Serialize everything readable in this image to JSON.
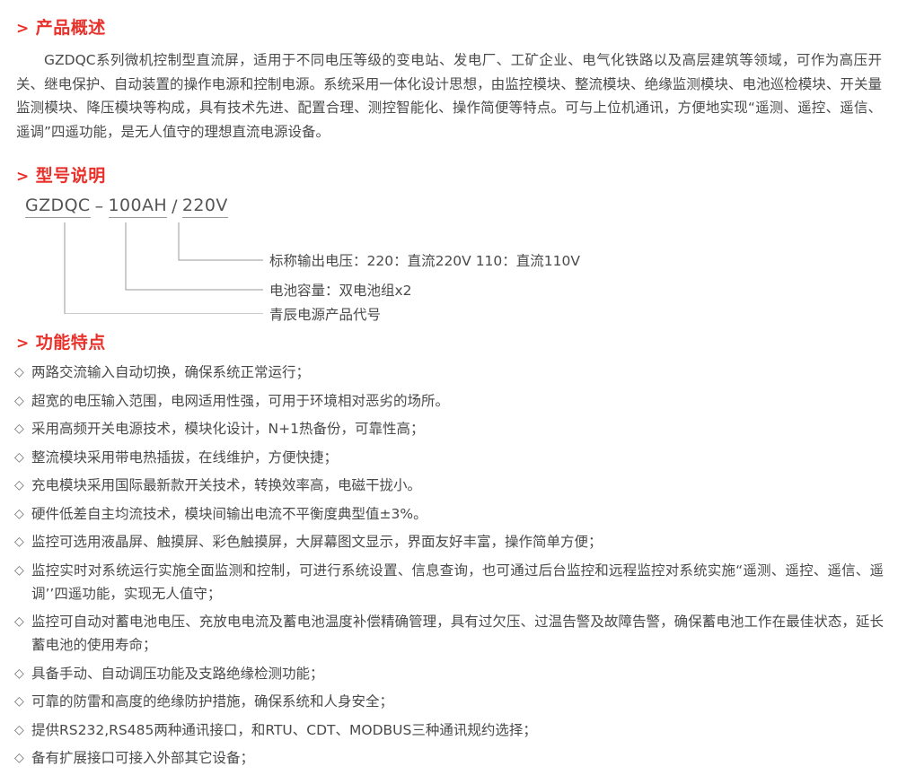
{
  "sections": {
    "overview": {
      "marker": ">",
      "title": "产品概述",
      "body": "GZDQC系列微机控制型直流屏，适用于不同电压等级的变电站、发电厂、工矿企业、电气化铁路以及高层建筑等领域，可作为高压开关、继电保护、自动装置的操作电源和控制电源。系统采用一体化设计思想，由监控模块、整流模块、绝缘监测模块、电池巡检模块、开关量监测模块、降压模块等构成，具有技术先进、配置合理、测控智能化、操作简便等特点。可与上位机通讯，方便地实现“遥测、遥控、遥信、遥调”四遥功能，是无人值守的理想直流电源设备。"
    },
    "model": {
      "marker": ">",
      "title": "型号说明",
      "code": {
        "prefix": "GZDQC",
        "dash": "–",
        "capacity": "100AH",
        "slash": "/",
        "voltage": "220V"
      },
      "labels": [
        "标称输出电压：220：直流220V  110：直流110V",
        "电池容量：双电池组x2",
        "青辰电源产品代号"
      ]
    },
    "features": {
      "marker": ">",
      "title": "功能特点",
      "bullet": "◇",
      "items": [
        "两路交流输入自动切换，确保系统正常运行；",
        "超宽的电压输入范围，电网适用性强，可用于环境相对恶劣的场所。",
        "采用高频开关电源技术，模块化设计，N+1热备份，可靠性高；",
        "整流模块采用带电热插拔，在线维护，方便快捷；",
        "充电模块采用国际最新款开关技术，转换效率高，电磁干拢小。",
        "硬件低差自主均流技术，模块间输出电流不平衡度典型值±3%。",
        "监控可选用液晶屏、触摸屏、彩色触摸屏，大屏幕图文显示，界面友好丰富，操作简单方便；",
        "监控实时对系统运行实施全面监测和控制，可进行系统设置、信息查询，也可通过后台监控和远程监控对系统实施“遥测、遥控、遥信、遥调’’四遥功能，实现无人值守；",
        "监控可自动对蓄电池电压、充放电电流及蓄电池温度补偿精确管理，具有过欠压、过温告警及故障告警，确保蓄电池工作在最佳状态，延长蓄电池的使用寿命；",
        "具备手动、自动调压功能及支路绝缘检测功能；",
        "可靠的防雷和高度的绝缘防护措施，确保系统和人身安全；",
        "提供RS232,RS485两种通讯接口，和RTU、CDT、MODBUS三种通讯规约选择；",
        "备有扩展接口可接入外部其它设备；"
      ]
    }
  },
  "colors": {
    "heading_red": "#e8312a",
    "body_gray": "#4a4a4a",
    "line_gray": "#9a9a9a",
    "page_bg": "#ffffff"
  }
}
